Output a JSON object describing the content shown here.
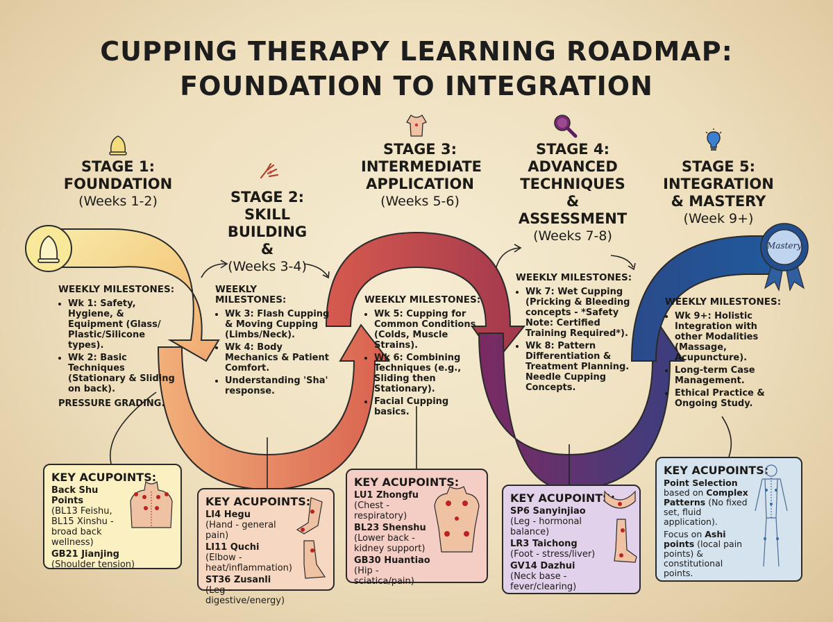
{
  "title": {
    "line1": "CUPPING THERAPY LEARNING ROADMAP:",
    "line2": "FOUNDATION TO INTEGRATION"
  },
  "stages": [
    {
      "label": "STAGE 1:",
      "name": "FOUNDATION",
      "weeks": "(Weeks 1-2)",
      "icon": "cup-icon",
      "milestones_heading": "WEEKLY MILESTONES:",
      "milestones": [
        "Wk 1: Safety, Hygiene, & Equipment (Glass/ Plastic/Silicone types).",
        "Wk 2: Basic Techniques (Stationary & Sliding on back)."
      ],
      "extra": "PRESSURE GRADING.",
      "acupoints_heading": "KEY ACUPOINTS:",
      "acupoints": [
        {
          "name": "Back Shu Points",
          "desc": "(BL13 Feishu, BL15 Xinshu - broad back wellness)"
        },
        {
          "name": "GB21 Jianjing",
          "desc": "(Shoulder tension)"
        }
      ]
    },
    {
      "label": "STAGE 2:",
      "name": "SKILL BUILDING",
      "name2": "&",
      "weeks": "(Weeks 3-4)",
      "icon": "hand-icon",
      "milestones_heading": "WEEKLY MILESTONES:",
      "milestones": [
        "Wk 3: Flash Cupping & Moving Cupping (Limbs/Neck).",
        "Wk 4: Body Mechanics & Patient Comfort.",
        "Understanding 'Sha' response."
      ],
      "acupoints_heading": "KEY ACUPOINTS:",
      "acupoints": [
        {
          "name": "LI4 Hegu",
          "desc": "(Hand - general pain)"
        },
        {
          "name": "LI11 Quchi",
          "desc": "(Elbow - heat/inflammation)"
        },
        {
          "name": "ST36 Zusanli",
          "desc": "(Leg - digestive/energy)"
        }
      ]
    },
    {
      "label": "STAGE 3:",
      "name": "INTERMEDIATE",
      "name2": "APPLICATION",
      "weeks": "(Weeks 5-6)",
      "icon": "torso-icon",
      "milestones_heading": "WEEKLY MILESTONES:",
      "milestones": [
        "Wk 5: Cupping for Common Conditions (Colds, Muscle Strains).",
        "Wk 6: Combining Techniques (e.g., Sliding then Stationary).",
        "Facial Cupping basics."
      ],
      "acupoints_heading": "KEY ACUPOINTS:",
      "acupoints": [
        {
          "name": "LU1 Zhongfu",
          "desc": "(Chest - respiratory)"
        },
        {
          "name": "BL23 Shenshu",
          "desc": "(Lower back - kidney support)"
        },
        {
          "name": "GB30 Huantiao",
          "desc": "(Hip - sciatica/pain)"
        }
      ]
    },
    {
      "label": "STAGE 4:",
      "name": "ADVANCED",
      "name2": "TECHNIQUES &",
      "name3": "ASSESSMENT",
      "weeks": "(Weeks 7-8)",
      "icon": "magnifier-icon",
      "milestones_heading": "WEEKLY MILESTONES:",
      "milestones": [
        "Wk 7: Wet Cupping (Pricking & Bleeding concepts - *Safety Note: Certified Training Required*).",
        "Wk 8: Pattern Differentiation & Treatment Planning. Needle Cupping Concepts."
      ],
      "acupoints_heading": "KEY ACUPOINTS:",
      "acupoints": [
        {
          "name": "SP6 Sanyinjiao",
          "desc": "(Leg - hormonal balance)"
        },
        {
          "name": "LR3 Taichong",
          "desc": "(Foot - stress/liver)"
        },
        {
          "name": "GV14 Dazhui",
          "desc": "(Neck base - fever/clearing)"
        }
      ]
    },
    {
      "label": "STAGE 5:",
      "name": "INTEGRATION",
      "name2": "& MASTERY",
      "weeks": "(Week 9+)",
      "icon": "lightbulb-icon",
      "badge": "Mastery",
      "milestones_heading": "WEEKLY MILESTONES:",
      "milestones": [
        "Wk 9+: Holistic Integration with other Modalities (Massage, Acupuncture).",
        "Long-term Case Management.",
        "Ethical Practice & Ongoing Study."
      ],
      "acupoints_heading": "KEY ACUPOINTS:",
      "acupoints5": {
        "p1_bold": "Point Selection",
        "p1_mid": "based on",
        "p1_bold2": "Complex Patterns",
        "p1_rest": "(No fixed set, fluid application).",
        "p2_start": "Focus on",
        "p2_bold": "Ashi points",
        "p2_rest": "(local pain points) & constitutional points."
      }
    }
  ],
  "colors": {
    "stage1": "#f4e49a",
    "stage2": "#f0a070",
    "stage3": "#d65a4e",
    "stage4": "#6c2a5c",
    "stage5": "#1f4f8c"
  }
}
